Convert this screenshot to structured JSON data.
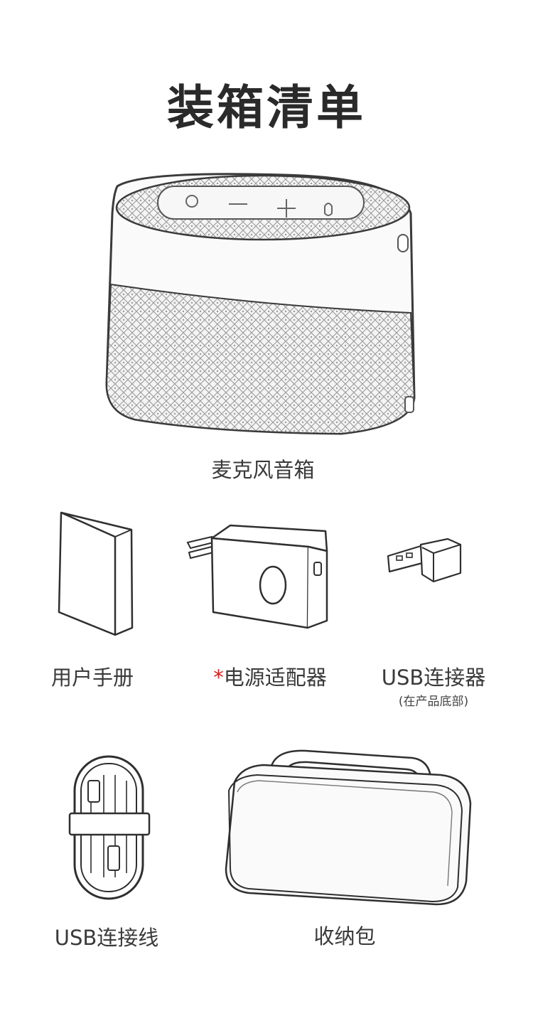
{
  "page": {
    "title": "装箱清单"
  },
  "items": {
    "speaker": {
      "label": "麦克风音箱"
    },
    "manual": {
      "label": "用户手册"
    },
    "adapter": {
      "asterisk": "*",
      "label": "电源适配器"
    },
    "usb_dongle": {
      "label": "USB连接器",
      "note": "(在产品底部)"
    },
    "cable": {
      "label": "USB连接线"
    },
    "bag": {
      "label": "收纳包"
    }
  }
}
